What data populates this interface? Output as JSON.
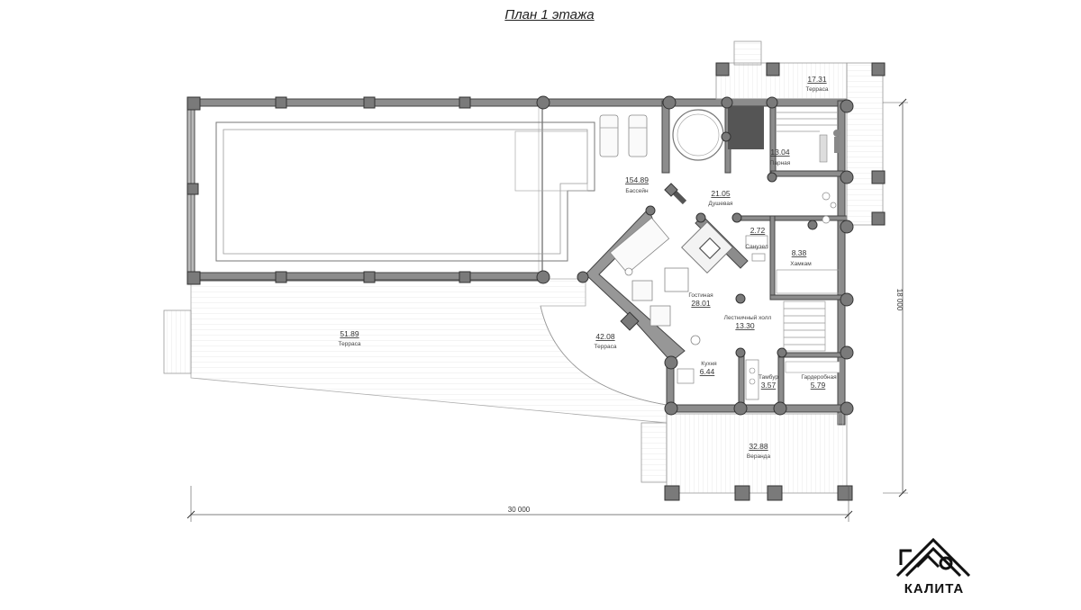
{
  "title": "План 1 этажа",
  "rooms": [
    {
      "id": "pool",
      "area": "154.89",
      "name": "Бассейн"
    },
    {
      "id": "shower",
      "area": "21.05",
      "name": "Душевая"
    },
    {
      "id": "steam",
      "area": "13.04",
      "name": "Парная"
    },
    {
      "id": "terrace-top",
      "area": "17.31",
      "name": "Терраса"
    },
    {
      "id": "wc",
      "area": "2.72",
      "name": "Санузел"
    },
    {
      "id": "hammam",
      "area": "8.38",
      "name": "Хамкам"
    },
    {
      "id": "living",
      "area": "28.01",
      "name": "Гостиная"
    },
    {
      "id": "hall",
      "area": "13.30",
      "name": "Лестничный холл"
    },
    {
      "id": "terrace-left",
      "area": "51.89",
      "name": "Терраса"
    },
    {
      "id": "terrace-mid",
      "area": "42.08",
      "name": "Терраса"
    },
    {
      "id": "kitchen",
      "area": "6.44",
      "name": "Кухня"
    },
    {
      "id": "vestibule",
      "area": "3.57",
      "name": "Тамбур"
    },
    {
      "id": "wardrobe",
      "area": "5.79",
      "name": "Гардеробная"
    },
    {
      "id": "veranda",
      "area": "32.88",
      "name": "Веранда"
    }
  ],
  "dimensions": {
    "width": "30 000",
    "height": "18 000"
  },
  "logo": {
    "text": "КАЛИТА"
  }
}
